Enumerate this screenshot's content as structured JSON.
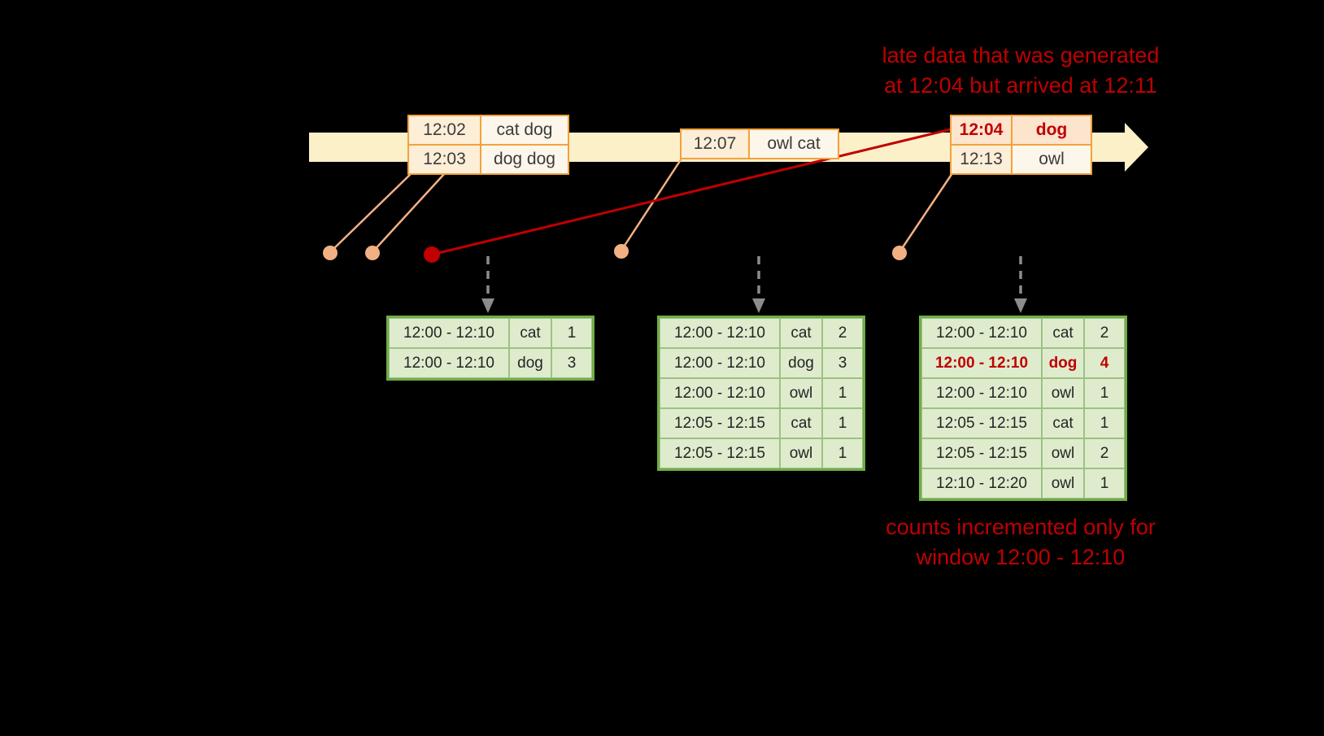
{
  "annotations": {
    "late_note_line1": "late data that was generated",
    "late_note_line2": "at 12:04 but arrived at 12:11",
    "counts_note_line1": "counts incremented only for",
    "counts_note_line2": "window 12:00 - 12:10"
  },
  "event_groups": [
    {
      "name": "event-group-12-02",
      "rows": [
        {
          "time": "12:02",
          "words": "cat dog",
          "late": false
        },
        {
          "time": "12:03",
          "words": "dog dog",
          "late": false
        }
      ]
    },
    {
      "name": "event-group-12-07",
      "rows": [
        {
          "time": "12:07",
          "words": "owl cat",
          "late": false
        }
      ]
    },
    {
      "name": "event-group-12-04-late",
      "rows": [
        {
          "time": "12:04",
          "words": "dog",
          "late": true
        },
        {
          "time": "12:13",
          "words": "owl",
          "late": false
        }
      ]
    }
  ],
  "result_tables": [
    {
      "name": "result-table-1",
      "rows": [
        {
          "window": "12:00 - 12:10",
          "word": "cat",
          "count": "1",
          "highlight": false
        },
        {
          "window": "12:00 - 12:10",
          "word": "dog",
          "count": "3",
          "highlight": false
        }
      ]
    },
    {
      "name": "result-table-2",
      "rows": [
        {
          "window": "12:00 - 12:10",
          "word": "cat",
          "count": "2",
          "highlight": false
        },
        {
          "window": "12:00 - 12:10",
          "word": "dog",
          "count": "3",
          "highlight": false
        },
        {
          "window": "12:00 - 12:10",
          "word": "owl",
          "count": "1",
          "highlight": false
        },
        {
          "window": "12:05 - 12:15",
          "word": "cat",
          "count": "1",
          "highlight": false
        },
        {
          "window": "12:05 - 12:15",
          "word": "owl",
          "count": "1",
          "highlight": false
        }
      ]
    },
    {
      "name": "result-table-3",
      "rows": [
        {
          "window": "12:00 - 12:10",
          "word": "cat",
          "count": "2",
          "highlight": false
        },
        {
          "window": "12:00 - 12:10",
          "word": "dog",
          "count": "4",
          "highlight": true
        },
        {
          "window": "12:00 - 12:10",
          "word": "owl",
          "count": "1",
          "highlight": false
        },
        {
          "window": "12:05 - 12:15",
          "word": "cat",
          "count": "1",
          "highlight": false
        },
        {
          "window": "12:05 - 12:15",
          "word": "owl",
          "count": "2",
          "highlight": false
        },
        {
          "window": "12:10 - 12:20",
          "word": "owl",
          "count": "1",
          "highlight": false
        }
      ]
    }
  ],
  "colors": {
    "background": "#000000",
    "timeline": "#fcf0c8",
    "event_border": "#f0a33c",
    "event_time_fill": "#fdeed8",
    "event_word_fill": "#fdf6ea",
    "late_fill": "#fce4cd",
    "result_border": "#70ad47",
    "result_fill": "#deeccd",
    "result_grid": "#9cc183",
    "accent_red": "#c00000",
    "dot_salmon": "#f2b183",
    "arrow_gray": "#8c8c8c"
  }
}
